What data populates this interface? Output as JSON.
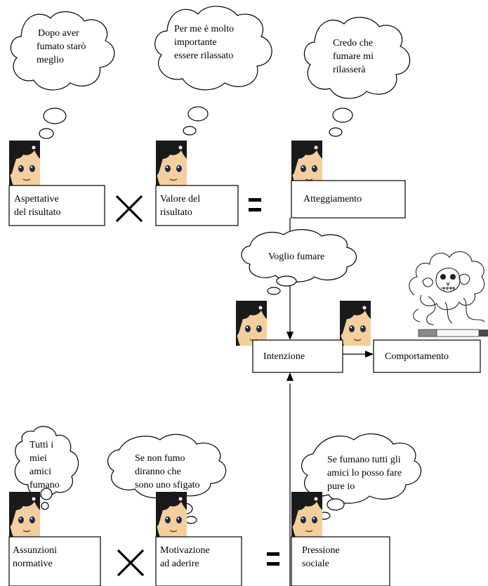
{
  "bubbles": {
    "expectation": [
      "Dopo aver",
      "fumato starò",
      "meglio"
    ],
    "value": [
      "Per me è molto",
      "importante",
      "essere rilassato"
    ],
    "attitude": [
      "Credo  che",
      "fumare mi",
      "rilasserà"
    ],
    "intention": [
      "Voglio fumare"
    ],
    "normative": [
      "Tutti i",
      "miei",
      "amici",
      "fumano"
    ],
    "motivation": [
      "Se non fumo",
      "diranno che",
      "sono uno sfigato"
    ],
    "social": [
      "Se fumano tutti gli",
      "amici lo posso fare",
      "pure io"
    ]
  },
  "boxes": {
    "expectation": [
      "Aspettative",
      "del risultato"
    ],
    "value": [
      "Valore del",
      "risultato"
    ],
    "attitude": [
      "Atteggiamento"
    ],
    "intention": [
      "Intenzione"
    ],
    "behaviour": [
      "Comportamento"
    ],
    "normative": [
      "Assunzioni",
      "normative"
    ],
    "motivation": [
      "Motivazione",
      "ad aderire"
    ],
    "social": [
      "Pressione",
      "sociale"
    ]
  },
  "operators": {
    "times": "×",
    "equals": "="
  },
  "colors": {
    "line": "#000000",
    "hair": "#1a1a1a",
    "skin": "#f3cf9e",
    "eye": "#1d2b4a",
    "box_fill": "#ffffff"
  }
}
